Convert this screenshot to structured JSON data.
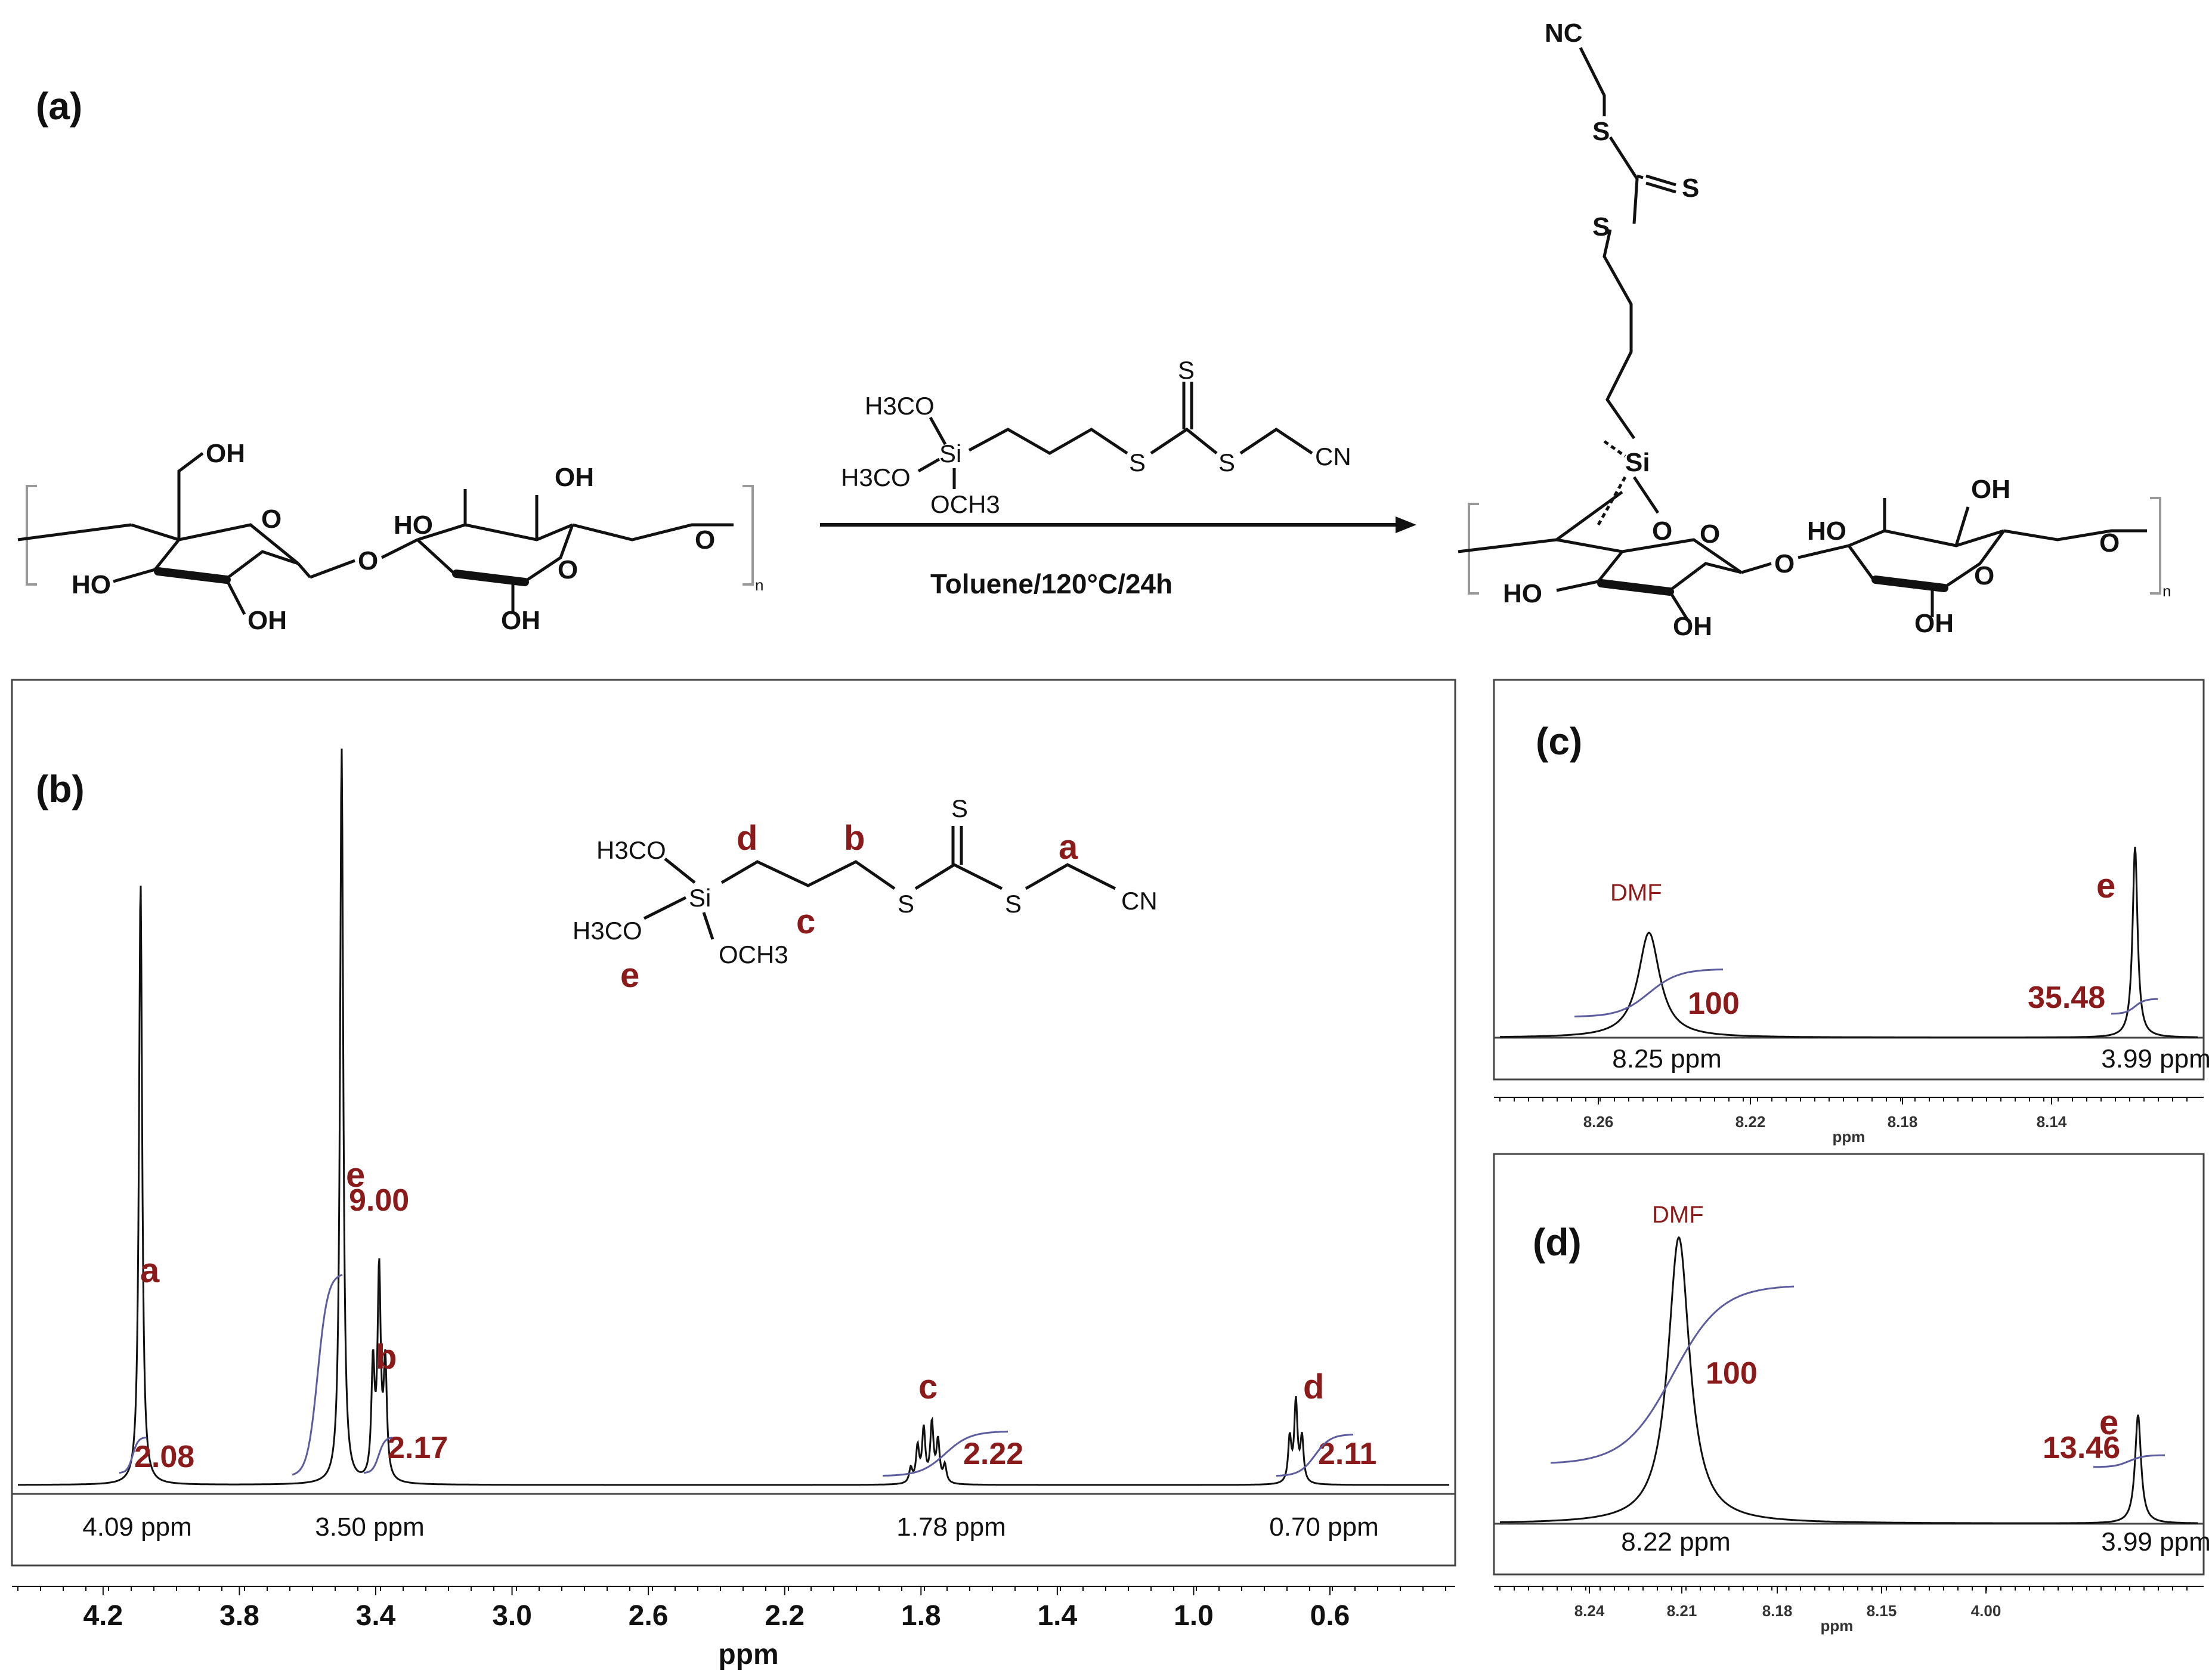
{
  "panels": {
    "a": "(a)",
    "b": "(b)",
    "c": "(c)",
    "d": "(d)"
  },
  "scheme": {
    "reagent": {
      "h3co_top": "H3CO",
      "h3co_bottom": "H3CO",
      "och3": "OCH3",
      "si": "Si",
      "s1": "S",
      "s2": "S",
      "s_top": "S",
      "cn": "CN"
    },
    "condition": "Toluene/120°C/24h",
    "cellulose": {
      "oh": "OH",
      "ho": "HO",
      "o": "O",
      "n": "n"
    },
    "product": {
      "nc": "NC",
      "s": "S",
      "si": "Si",
      "o": "O"
    }
  },
  "chart_data": [
    {
      "panel": "(b)",
      "type": "line",
      "xlabel": "ppm",
      "x_ticks": [
        "4.2",
        "3.8",
        "3.4",
        "3.0",
        "2.6",
        "2.2",
        "1.8",
        "1.4",
        "1.0",
        "0.6"
      ],
      "xlim": [
        4.45,
        0.25
      ],
      "peaks": [
        {
          "label": "a",
          "shift": 4.09,
          "shift_text": "4.09 ppm",
          "integral": "2.08",
          "multiplicity": "singlet",
          "rel_height": 0.82
        },
        {
          "label": "e",
          "shift": 3.5,
          "shift_text": "3.50 ppm",
          "integral": "9.00",
          "multiplicity": "singlet",
          "rel_height": 1.0
        },
        {
          "label": "b",
          "shift": 3.39,
          "shift_text": "",
          "integral": "2.17",
          "multiplicity": "triplet",
          "rel_height": 0.28
        },
        {
          "label": "c",
          "shift": 1.78,
          "shift_text": "1.78 ppm",
          "integral": "2.22",
          "multiplicity": "multiplet",
          "rel_height": 0.08
        },
        {
          "label": "d",
          "shift": 0.7,
          "shift_text": "0.70 ppm",
          "integral": "2.11",
          "multiplicity": "triplet",
          "rel_height": 0.11
        }
      ],
      "structure": {
        "h3co_top": "H3CO",
        "h3co_left": "H3CO",
        "och3": "OCH3",
        "si": "Si",
        "s1": "S",
        "s2": "S",
        "s_top": "S",
        "cn": "CN",
        "labels": [
          "d",
          "b",
          "a",
          "c",
          "e"
        ]
      }
    },
    {
      "panel": "(c)",
      "type": "line",
      "xlabel": "ppm",
      "x_ticks": [
        "8.26",
        "8.22",
        "8.18",
        "8.14"
      ],
      "peaks": [
        {
          "label": "DMF",
          "shift_text": "8.25 ppm",
          "integral": "100",
          "rel_height": 0.55
        },
        {
          "label": "e",
          "shift_text": "3.99 ppm",
          "integral": "35.48",
          "rel_height": 1.0
        }
      ]
    },
    {
      "panel": "(d)",
      "type": "line",
      "xlabel": "ppm",
      "x_ticks": [
        "8.24",
        "8.21",
        "8.18",
        "8.15",
        "4.00"
      ],
      "peaks": [
        {
          "label": "DMF",
          "shift_text": "8.22 ppm",
          "integral": "100",
          "rel_height": 1.0
        },
        {
          "label": "e",
          "shift_text": "3.99 ppm",
          "integral": "13.46",
          "rel_height": 0.38
        }
      ]
    }
  ]
}
